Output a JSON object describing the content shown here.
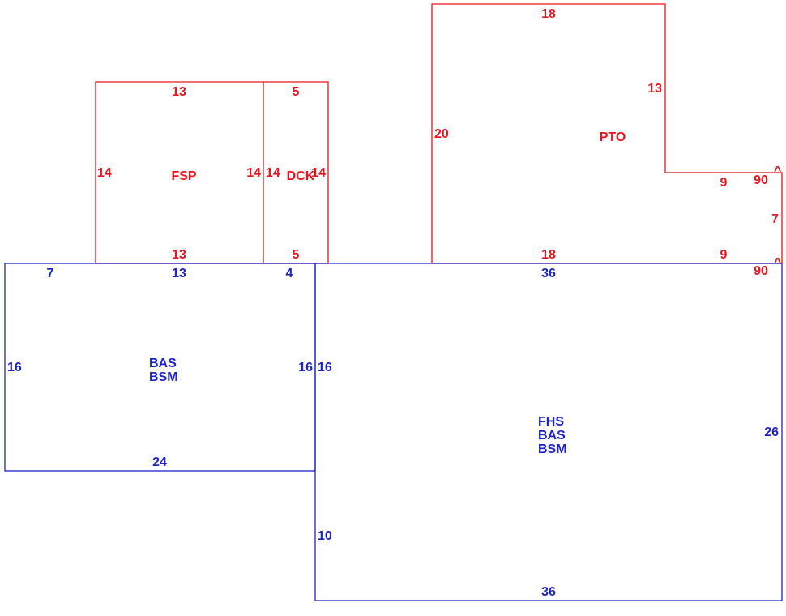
{
  "colors": {
    "exterior": "#e8141e",
    "living": "#1f24c8"
  },
  "areas": {
    "fsp": {
      "name": "FSP",
      "dims": {
        "top": "13",
        "bottom": "13",
        "left": "14",
        "right": "14"
      }
    },
    "dck": {
      "name": "DCK",
      "dims": {
        "top": "5",
        "bottom": "5",
        "left": "14",
        "right": "14"
      }
    },
    "pto": {
      "name": "PTO",
      "dims": {
        "top": "18",
        "left": "20",
        "right_upper": "13",
        "step_top": "9",
        "step_right": "7",
        "step_bottom": "9",
        "bottom": "18",
        "angle_top": "90",
        "angle_bottom": "90"
      }
    },
    "bas_left": {
      "codes": [
        "BAS",
        "BSM"
      ],
      "dims": {
        "top_a": "7",
        "top_b": "13",
        "top_c": "4",
        "left": "16",
        "right": "16",
        "bottom": "24"
      }
    },
    "fhs": {
      "codes": [
        "FHS",
        "BAS",
        "BSM"
      ],
      "dims": {
        "top": "36",
        "left_upper": "16",
        "left_lower": "10",
        "right": "26",
        "bottom": "36"
      }
    }
  }
}
